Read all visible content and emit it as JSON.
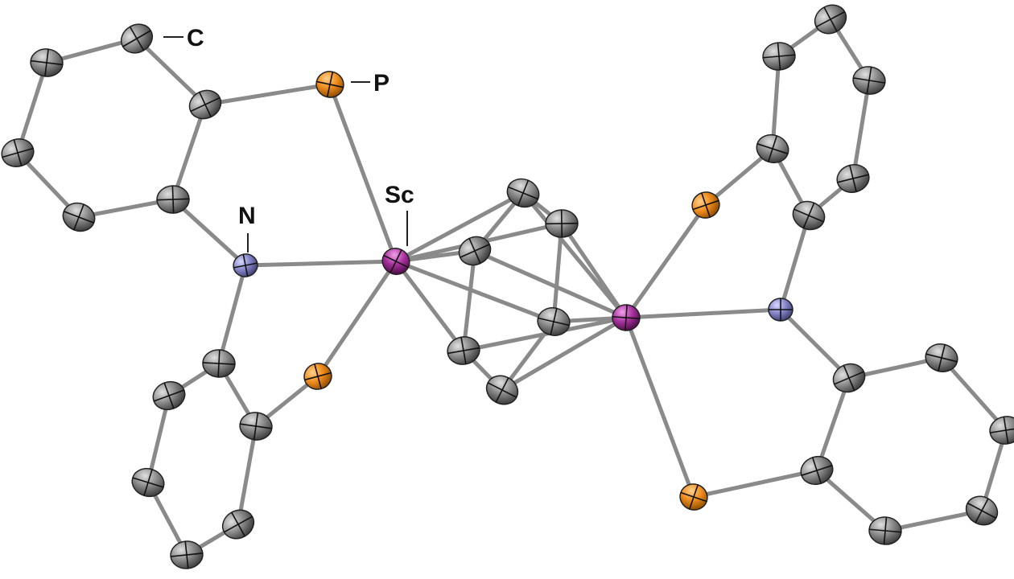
{
  "labels": {
    "carbon": "C",
    "phosphorus": "P",
    "nitrogen": "N",
    "scandium": "Sc"
  },
  "colors": {
    "carbon": "#8c8c8c",
    "phosphorus": "#f08c1e",
    "nitrogen": "#8585c8",
    "scandium": "#a8329e",
    "bond": "#8a8a8a"
  }
}
